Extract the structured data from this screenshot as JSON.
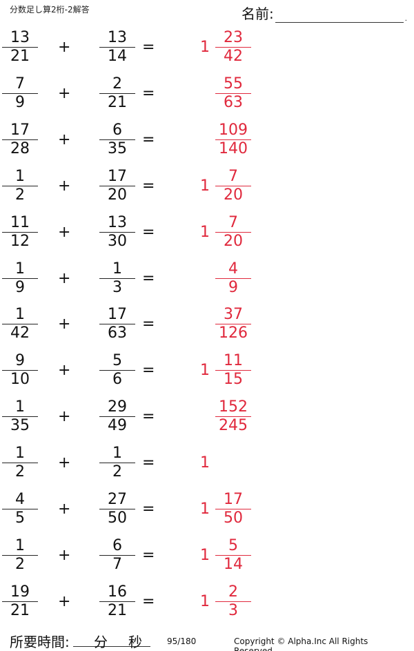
{
  "header": {
    "title": "分数足し算2桁-2解答",
    "name_label": "名前:",
    "name_dot": "."
  },
  "problems": [
    {
      "a_num": "13",
      "a_den": "21",
      "b_num": "13",
      "b_den": "14",
      "whole": "1",
      "ans_num": "23",
      "ans_den": "42"
    },
    {
      "a_num": "7",
      "a_den": "9",
      "b_num": "2",
      "b_den": "21",
      "whole": "",
      "ans_num": "55",
      "ans_den": "63"
    },
    {
      "a_num": "17",
      "a_den": "28",
      "b_num": "6",
      "b_den": "35",
      "whole": "",
      "ans_num": "109",
      "ans_den": "140"
    },
    {
      "a_num": "1",
      "a_den": "2",
      "b_num": "17",
      "b_den": "20",
      "whole": "1",
      "ans_num": "7",
      "ans_den": "20"
    },
    {
      "a_num": "11",
      "a_den": "12",
      "b_num": "13",
      "b_den": "30",
      "whole": "1",
      "ans_num": "7",
      "ans_den": "20"
    },
    {
      "a_num": "1",
      "a_den": "9",
      "b_num": "1",
      "b_den": "3",
      "whole": "",
      "ans_num": "4",
      "ans_den": "9"
    },
    {
      "a_num": "1",
      "a_den": "42",
      "b_num": "17",
      "b_den": "63",
      "whole": "",
      "ans_num": "37",
      "ans_den": "126"
    },
    {
      "a_num": "9",
      "a_den": "10",
      "b_num": "5",
      "b_den": "6",
      "whole": "1",
      "ans_num": "11",
      "ans_den": "15"
    },
    {
      "a_num": "1",
      "a_den": "35",
      "b_num": "29",
      "b_den": "49",
      "whole": "",
      "ans_num": "152",
      "ans_den": "245"
    },
    {
      "a_num": "1",
      "a_den": "2",
      "b_num": "1",
      "b_den": "2",
      "whole": "1",
      "ans_num": "",
      "ans_den": ""
    },
    {
      "a_num": "4",
      "a_den": "5",
      "b_num": "27",
      "b_den": "50",
      "whole": "1",
      "ans_num": "17",
      "ans_den": "50"
    },
    {
      "a_num": "1",
      "a_den": "2",
      "b_num": "6",
      "b_den": "7",
      "whole": "1",
      "ans_num": "5",
      "ans_den": "14"
    },
    {
      "a_num": "19",
      "a_den": "21",
      "b_num": "16",
      "b_den": "21",
      "whole": "1",
      "ans_num": "2",
      "ans_den": "3"
    }
  ],
  "symbols": {
    "plus": "+",
    "equals": "="
  },
  "footer": {
    "time_label": "所要時間:",
    "minutes_unit": "分",
    "seconds_unit": "秒",
    "page_number": "95/180",
    "copyright": "Copyright © Alpha.Inc All Rights Reserved."
  },
  "colors": {
    "answer": "#e0283c",
    "text": "#111111"
  }
}
